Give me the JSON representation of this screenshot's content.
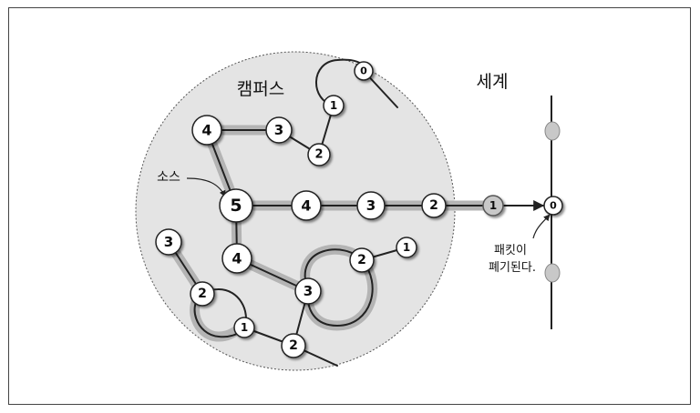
{
  "labels": {
    "campus": "캠퍼스",
    "world": "세계",
    "source": "소스",
    "dropped_line1": "패킷이",
    "dropped_line2": "폐기된다."
  },
  "nodes": {
    "n0_top": "0",
    "n1_top": "1",
    "n2_top": "2",
    "n3_top": "3",
    "n4_top": "4",
    "n5_src": "5",
    "n4_mid": "4",
    "n3_mid": "3",
    "n2_mid": "2",
    "n1_mid": "1",
    "n0_world": "0",
    "n3_left": "3",
    "n4_low": "4",
    "n2_loop": "2",
    "n1_loop": "1",
    "n3_low": "3",
    "n2_left": "2",
    "n1_left": "1",
    "n2_bottom": "2"
  },
  "colors": {
    "campus_fill": "#e4e4e4",
    "highlight": "#b4b4b4",
    "node_fill": "#ffffff",
    "line": "#222222"
  }
}
